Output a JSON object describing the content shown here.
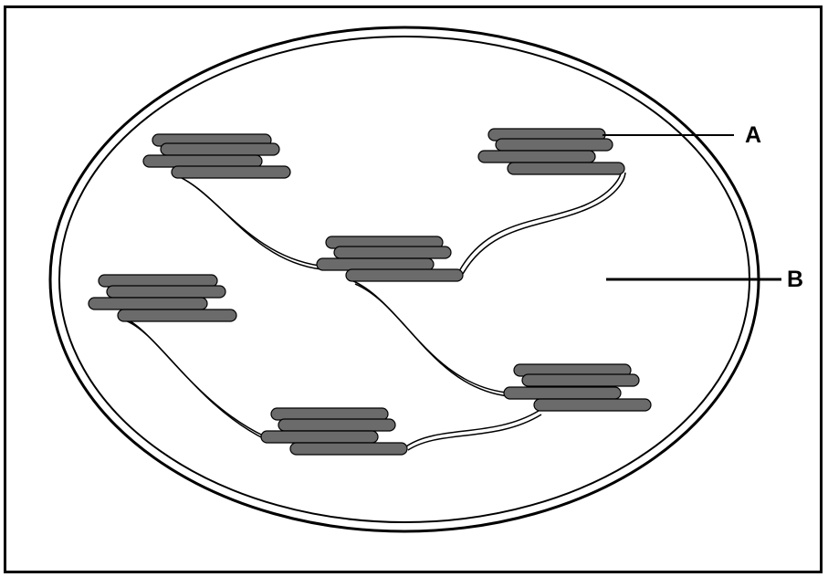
{
  "diagram": {
    "labels": [
      {
        "id": "A",
        "text": "A"
      },
      {
        "id": "B",
        "text": "B"
      }
    ],
    "colors": {
      "membrane": "#000000",
      "thylakoid_fill": "#6b6b6b",
      "thylakoid_stroke": "#000000",
      "lamella": "#000000"
    }
  }
}
